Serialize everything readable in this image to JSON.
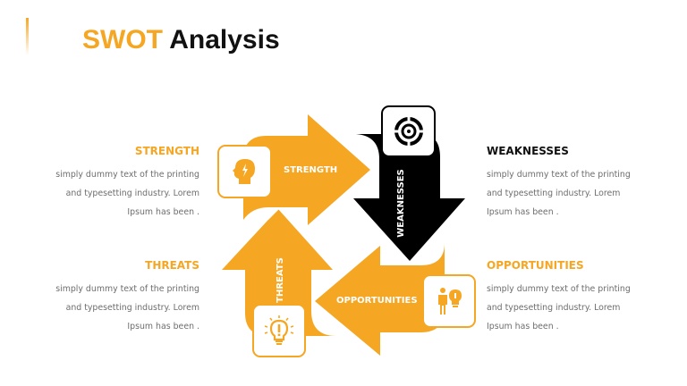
{
  "title": {
    "part1": "SWOT",
    "part2": "Analysis"
  },
  "colors": {
    "accent": "#f5a623",
    "dark": "#000000",
    "text_muted": "#6e6e6e"
  },
  "blocks": {
    "strength": {
      "heading": "STRENGTH",
      "color": "#f5a623",
      "body": "simply dummy text of the printing and typesetting industry. Lorem Ipsum has been ."
    },
    "weaknesses": {
      "heading": "WEAKNESSES",
      "color": "#111111",
      "body": "simply dummy text of the printing and typesetting industry. Lorem Ipsum has been ."
    },
    "threats": {
      "heading": "THREATS",
      "color": "#f5a623",
      "body": "simply dummy text of the printing and typesetting industry. Lorem Ipsum has been ."
    },
    "opportunities": {
      "heading": "OPPORTUNITIES",
      "color": "#f5a623",
      "body": "simply dummy text of the printing and typesetting industry. Lorem Ipsum has been ."
    }
  },
  "arrows": {
    "strength": {
      "label": "STRENGTH",
      "icon": "head-lightning-icon",
      "direction": "right"
    },
    "weaknesses": {
      "label": "WEAKNESSES",
      "icon": "target-icon",
      "direction": "down"
    },
    "opportunities": {
      "label": "OPPORTUNITIES",
      "icon": "person-lightbulb-icon",
      "direction": "left"
    },
    "threats": {
      "label": "THREATS",
      "icon": "lightbulb-alert-icon",
      "direction": "up"
    }
  }
}
